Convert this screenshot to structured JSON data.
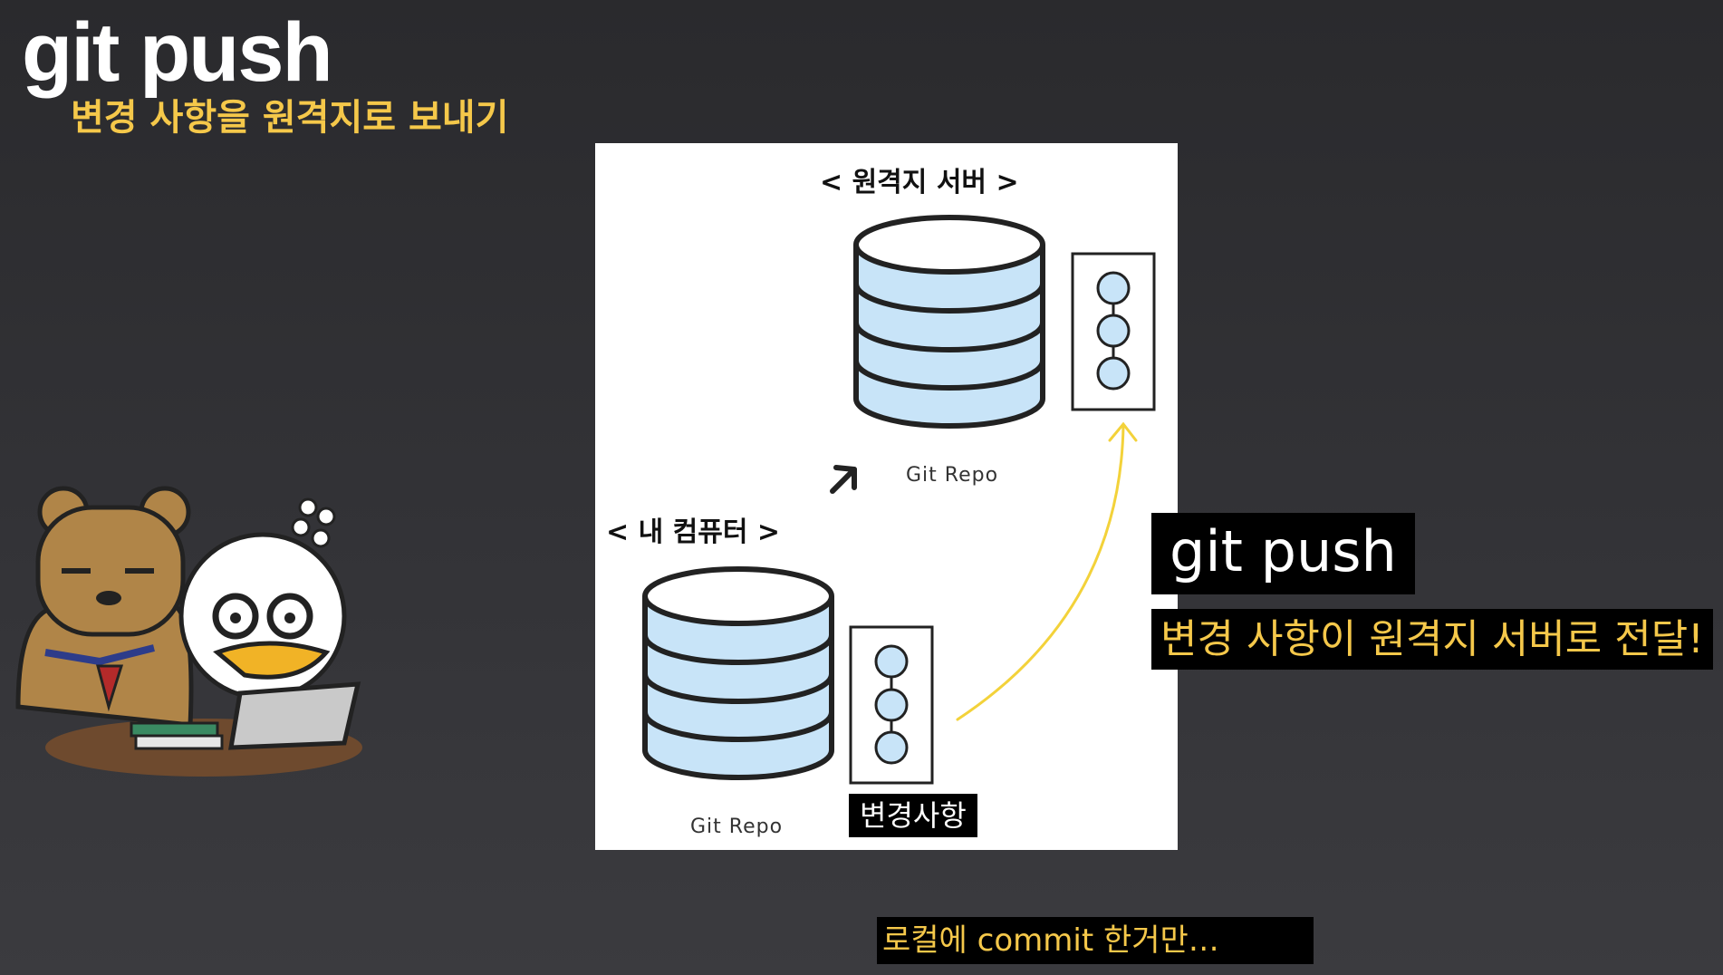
{
  "header": {
    "title": "git push",
    "subtitle": "변경 사항을 원격지로 보내기"
  },
  "diagram": {
    "remote_label": "< 원격지 서버 >",
    "local_label": "< 내 컴퓨터 >",
    "remote_repo_label": "Git Repo",
    "local_repo_label": "Git Repo",
    "change_tag": "변경사항"
  },
  "callout": {
    "command": "git push",
    "description": "변경 사항이 원격지 서버로 전달!"
  },
  "caption": {
    "text": "로컬에 commit 한거만…"
  },
  "colors": {
    "background": "#2f2f33",
    "accent": "#f5c84a",
    "repo_fill": "#c8e4f8",
    "outline": "#222222"
  },
  "icons": [
    "database-icon",
    "commit-graph-icon",
    "arrow-up-right-icon",
    "curved-arrow-icon",
    "character-sticker"
  ]
}
